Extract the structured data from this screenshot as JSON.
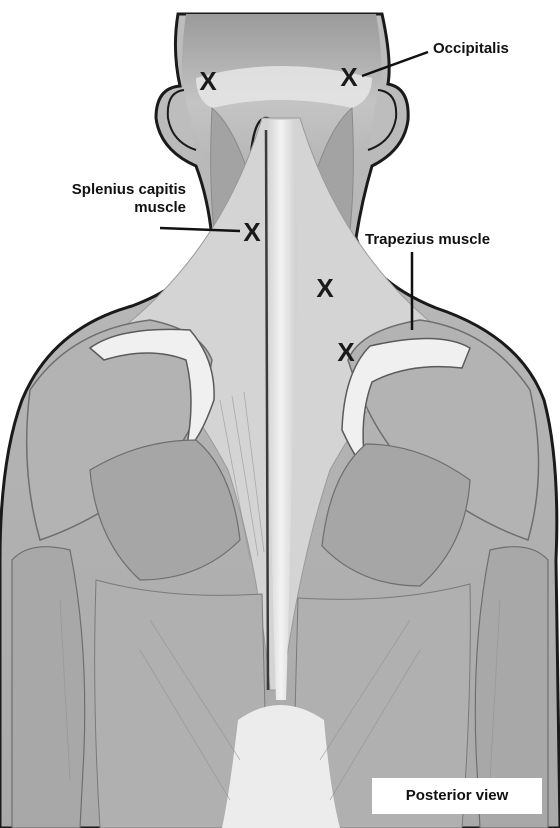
{
  "labels": {
    "occipitalis": "Occipitalis",
    "splenius_line1": "Splenius capitis",
    "splenius_line2": "muscle",
    "trapezius": "Trapezius muscle",
    "view": "Posterior view"
  },
  "markers": {
    "symbol": "X",
    "count": 5
  },
  "colors": {
    "background": "#ffffff",
    "skin_outline": "#1a1a1a",
    "muscle_light": "#c9c9c9",
    "muscle_mid": "#a7a7a7",
    "muscle_dark": "#7d7d7d",
    "tendon": "#f2f2f2",
    "text": "#111111"
  }
}
